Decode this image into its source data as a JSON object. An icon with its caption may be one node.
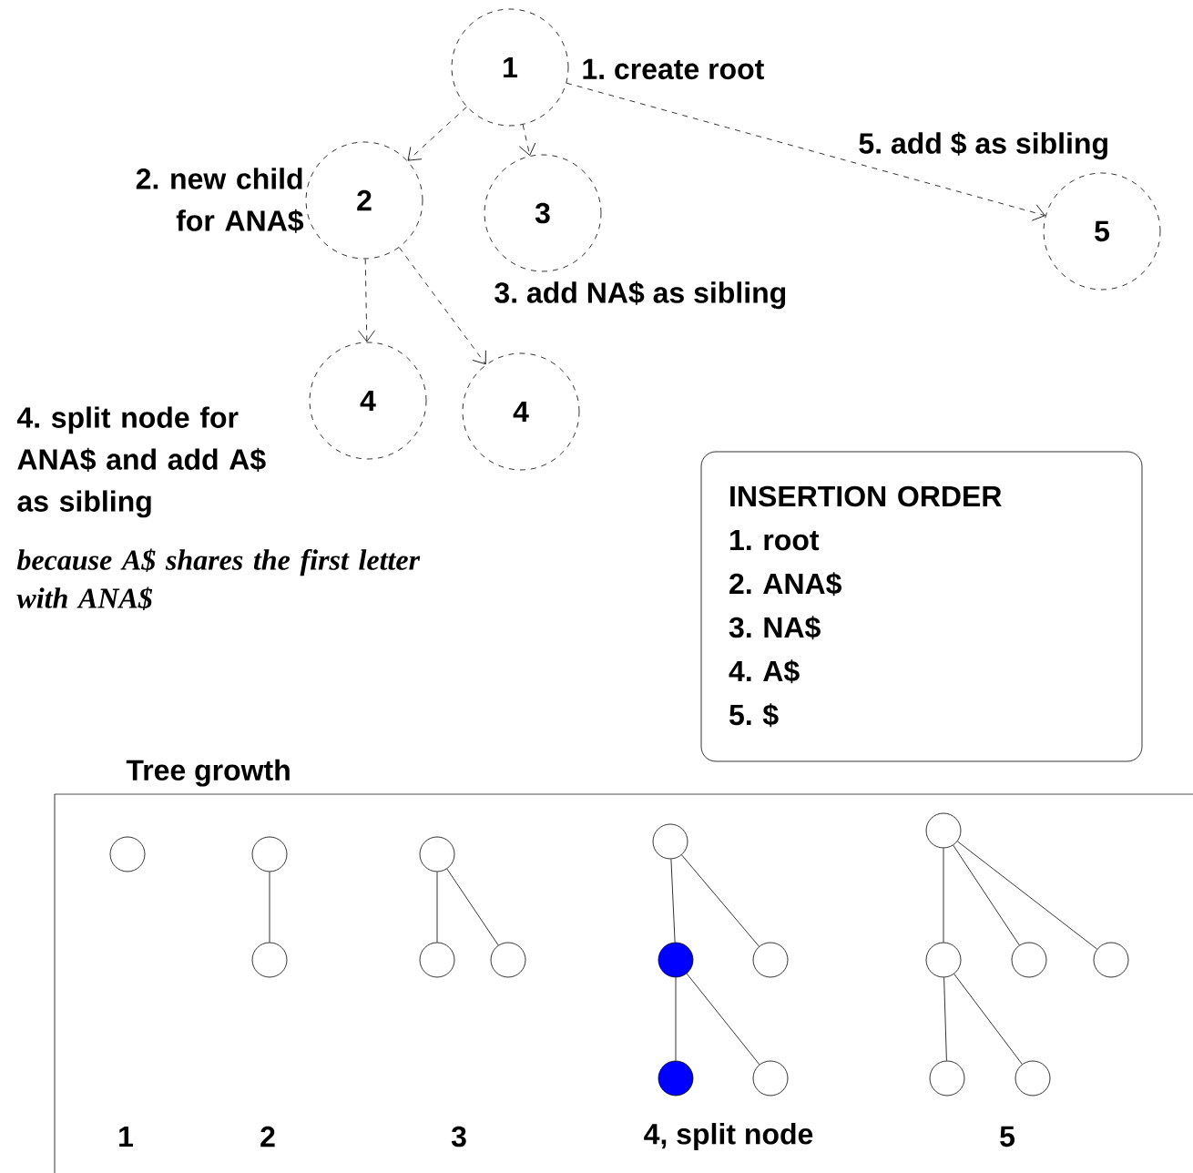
{
  "diagram": {
    "nodes": [
      {
        "text": [
          "1"
        ],
        "beside": [
          "1. create root"
        ]
      },
      {
        "text": [
          "2"
        ],
        "beside": [
          "2. new child for ANA$"
        ]
      },
      {
        "text": [
          "3"
        ],
        "beside": [
          "3. add NA$ as sibling"
        ]
      },
      {
        "text": [
          "5"
        ],
        "beside": [
          "5. add $ as sibling"
        ]
      },
      {
        "text": [
          "4"
        ]
      },
      {
        "text": [
          "4"
        ]
      },
      {
        "text": [
          "INSERTION ORDER",
          "1. root",
          "2. ANA$",
          "3. NA$",
          "4. A$",
          "5. $"
        ]
      },
      {
        "text": [
          "Tree growth"
        ]
      },
      {
        "text": [],
        "shape": "circle",
        "in": 7
      },
      {
        "text": [],
        "shape": "circle",
        "in": 7
      },
      {
        "text": [],
        "shape": "circle",
        "in": 7
      },
      {
        "text": [],
        "shape": "circle",
        "in": 7
      },
      {
        "text": [],
        "shape": "circle",
        "in": 7
      },
      {
        "text": [],
        "shape": "circle",
        "in": 7
      },
      {
        "text": [],
        "shape": "circle",
        "in": 7
      },
      {
        "text": [],
        "shape": "circle",
        "in": 7
      },
      {
        "text": [],
        "shape": "circle",
        "in": 7
      },
      {
        "text": [],
        "shape": "circle",
        "in": 7
      },
      {
        "text": [],
        "shape": "circle",
        "in": 7
      },
      {
        "text": [],
        "shape": "circle",
        "in": 7
      },
      {
        "text": [],
        "shape": "circle",
        "in": 7
      },
      {
        "text": [],
        "shape": "circle",
        "in": 7
      },
      {
        "text": [],
        "shape": "circle",
        "in": 7
      },
      {
        "text": [],
        "shape": "circle",
        "in": 7
      },
      {
        "text": [],
        "shape": "circle",
        "in": 7
      }
    ],
    "edges": [
      {
        "from": 0,
        "to": 1,
        "arrow": "to",
        "style": "dashed"
      },
      {
        "from": 0,
        "to": 2,
        "arrow": "to",
        "style": "dashed"
      },
      {
        "from": 0,
        "to": 3,
        "arrow": "to",
        "style": "dashed"
      },
      {
        "from": 1,
        "to": 4,
        "arrow": "to",
        "style": "dashed"
      },
      {
        "from": 1,
        "to": 5,
        "arrow": "to",
        "style": "dashed"
      },
      {
        "from": 9,
        "to": 10,
        "arrow": "none"
      },
      {
        "from": 11,
        "to": 12,
        "arrow": "none"
      },
      {
        "from": 11,
        "to": 13,
        "arrow": "none"
      },
      {
        "from": 14,
        "to": 15,
        "arrow": "none"
      },
      {
        "from": 14,
        "to": 16,
        "arrow": "none"
      },
      {
        "from": 15,
        "to": 17,
        "arrow": "none"
      },
      {
        "from": 15,
        "to": 18,
        "arrow": "none"
      },
      {
        "from": 19,
        "to": 20,
        "arrow": "none"
      },
      {
        "from": 19,
        "to": 21,
        "arrow": "none"
      },
      {
        "from": 19,
        "to": 22,
        "arrow": "none"
      },
      {
        "from": 20,
        "to": 23,
        "arrow": "none"
      },
      {
        "from": 20,
        "to": 24,
        "arrow": "none"
      }
    ],
    "labels": [
      "4. split node for ANA$ and add A$ as sibling",
      "because A$ shares the first letter with ANA$",
      "1",
      "2",
      "3",
      "4, split node",
      "5"
    ]
  }
}
